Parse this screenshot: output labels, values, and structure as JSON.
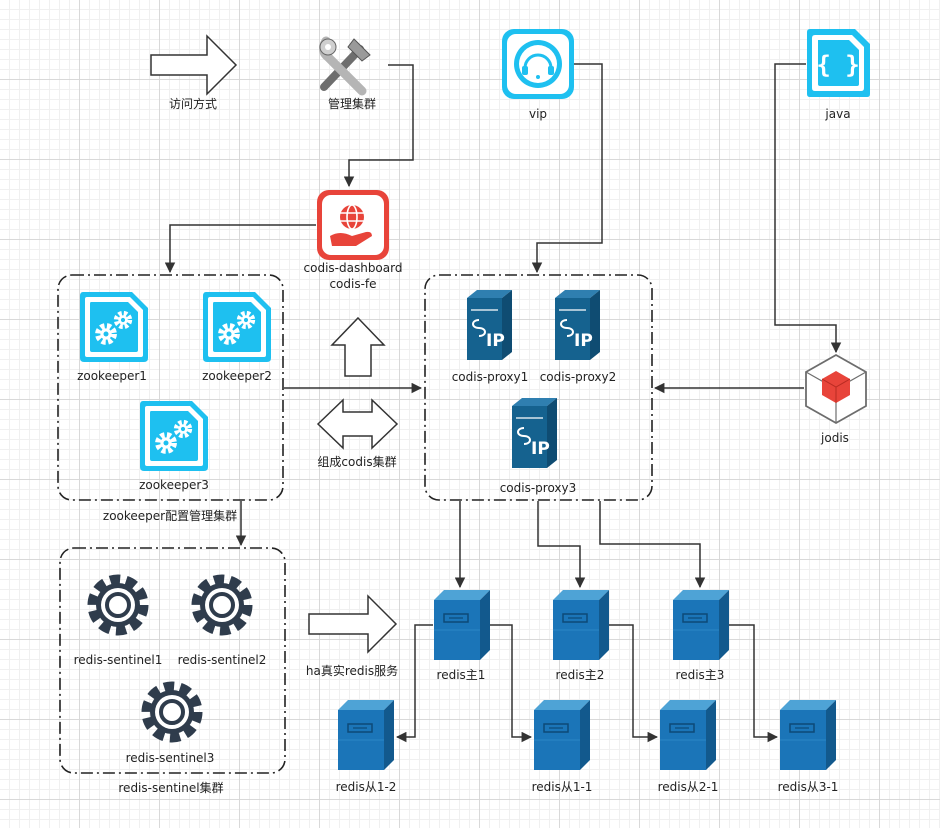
{
  "legend": {
    "access_method": "访问方式"
  },
  "top": {
    "manage_cluster": "管理集群",
    "vip": "vip",
    "java": "java"
  },
  "dashboard": {
    "line1": "codis-dashboard",
    "line2": "codis-fe"
  },
  "zookeeper": {
    "nodes": [
      "zookeeper1",
      "zookeeper2",
      "zookeeper3"
    ],
    "group_label": "zookeeper配置管理集群"
  },
  "middle": {
    "form_cluster": "组成codis集群"
  },
  "proxy": {
    "nodes": [
      "codis-proxy1",
      "codis-proxy2",
      "codis-proxy3"
    ]
  },
  "jodis": {
    "label": "jodis"
  },
  "sentinel": {
    "nodes": [
      "redis-sentinel1",
      "redis-sentinel2",
      "redis-sentinel3"
    ],
    "group_label": "redis-sentinel集群"
  },
  "ha": {
    "label": "ha真实redis服务"
  },
  "redis": {
    "masters": [
      "redis主1",
      "redis主2",
      "redis主3"
    ],
    "slaves": [
      "redis从1-2",
      "redis从1-1",
      "redis从2-1",
      "redis从3-1"
    ]
  },
  "colors": {
    "cyan": "#1ec0f0",
    "server_blue": "#1b75b8",
    "proxy_blue": "#15628f",
    "gear_dark": "#2f3c4c",
    "red": "#e8443a"
  }
}
